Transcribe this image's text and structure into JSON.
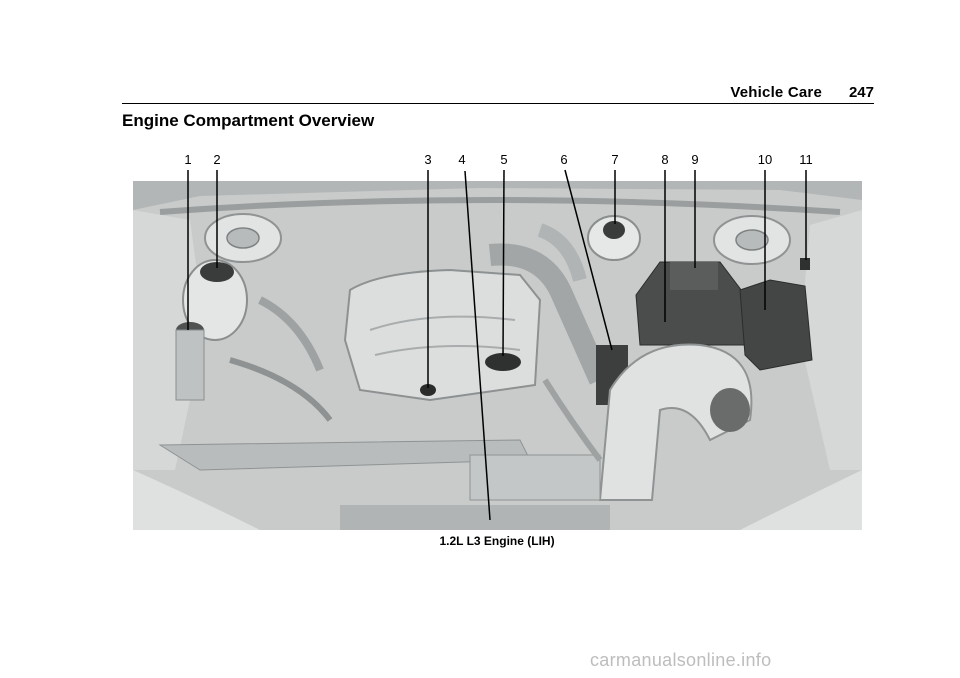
{
  "header": {
    "section": "Vehicle Care",
    "page_number": "247"
  },
  "section_title": "Engine Compartment Overview",
  "figure": {
    "callouts": [
      "1",
      "2",
      "3",
      "4",
      "5",
      "6",
      "7",
      "8",
      "9",
      "10",
      "11"
    ],
    "caption": "1.2L L3 Engine (LIH)"
  },
  "watermark": "carmanualsonline.info"
}
